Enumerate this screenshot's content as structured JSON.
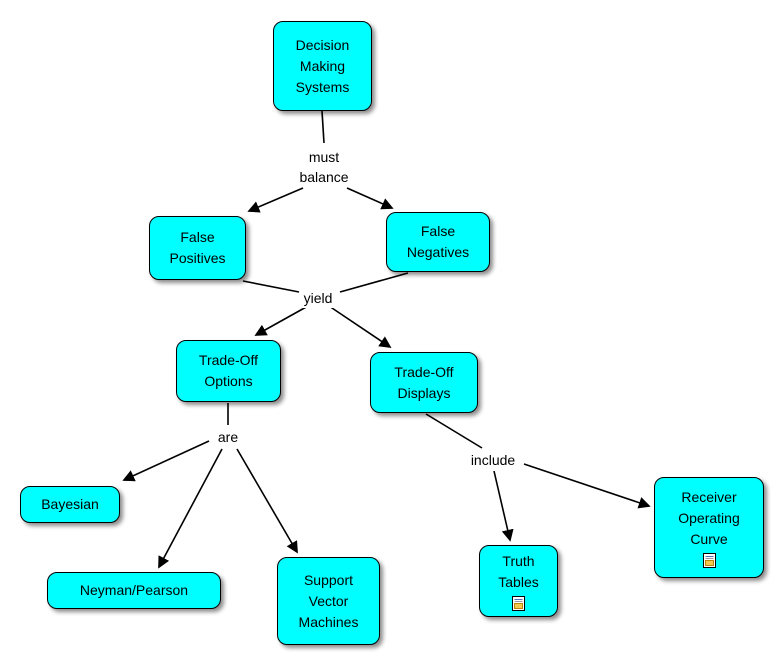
{
  "diagram": {
    "title": "Decision Making Systems concept map",
    "colors": {
      "node_fill": "#00ffff",
      "node_border": "#000000",
      "background": "#ffffff",
      "line": "#000000"
    },
    "nodes": [
      {
        "id": "decision-making-systems",
        "label": "Decision Making Systems"
      },
      {
        "id": "false-positives",
        "label": "False Positives"
      },
      {
        "id": "false-negatives",
        "label": "False Negatives"
      },
      {
        "id": "trade-off-options",
        "label": "Trade-Off Options"
      },
      {
        "id": "trade-off-displays",
        "label": "Trade-Off Displays"
      },
      {
        "id": "bayesian",
        "label": "Bayesian"
      },
      {
        "id": "neyman-pearson",
        "label": "Neyman/Pearson"
      },
      {
        "id": "support-vector-machines",
        "label": "Support Vector Machines"
      },
      {
        "id": "truth-tables",
        "label": "Truth Tables",
        "resource_icon": "document-resource-icon"
      },
      {
        "id": "receiver-operating-curve",
        "label": "Receiver Operating Curve",
        "resource_icon": "document-resource-icon"
      }
    ],
    "edges": [
      {
        "from": [
          "Decision Making Systems"
        ],
        "label": "must balance",
        "to": [
          "False Positives",
          "False Negatives"
        ]
      },
      {
        "from": [
          "False Positives",
          "False Negatives"
        ],
        "label": "yield",
        "to": [
          "Trade-Off Options",
          "Trade-Off Displays"
        ]
      },
      {
        "from": [
          "Trade-Off Options"
        ],
        "label": "are",
        "to": [
          "Bayesian",
          "Neyman/Pearson",
          "Support Vector Machines"
        ]
      },
      {
        "from": [
          "Trade-Off Displays"
        ],
        "label": "include",
        "to": [
          "Truth Tables",
          "Receiver Operating Curve"
        ]
      }
    ]
  }
}
